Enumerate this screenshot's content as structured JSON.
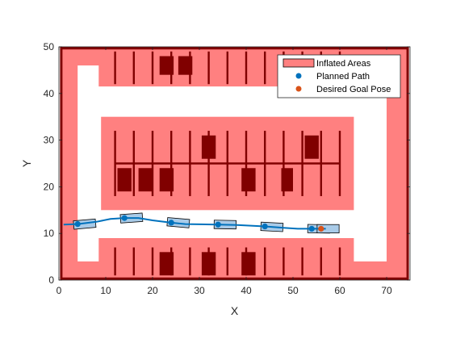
{
  "chart_data": {
    "type": "scatter",
    "title": "",
    "xlabel": "X",
    "ylabel": "Y",
    "xlim": [
      0,
      75
    ],
    "ylim": [
      0,
      50
    ],
    "xticks": [
      0,
      10,
      20,
      30,
      40,
      50,
      60,
      70
    ],
    "yticks": [
      0,
      10,
      20,
      30,
      40,
      50
    ],
    "grid": false,
    "legend_position": "top-right",
    "colors": {
      "inflated": "#ff8080",
      "obstacle": "#800000",
      "path": "#0072bd",
      "goal": "#d95319",
      "vehicle_fill": "#a9cbe8"
    },
    "legend": [
      {
        "label": "Inflated Areas",
        "marker": "patch"
      },
      {
        "label": "Planned Path",
        "marker": "dot-blue"
      },
      {
        "label": "Desired Goal Pose",
        "marker": "dot-orange"
      }
    ],
    "inflated_areas": [
      {
        "x0": 0.5,
        "x1": 74.5,
        "y0": 46,
        "y1": 50
      },
      {
        "x0": 0.5,
        "x1": 4,
        "y0": 0,
        "y1": 50
      },
      {
        "x0": 70,
        "x1": 74.5,
        "y0": 0,
        "y1": 50
      },
      {
        "x0": 0.5,
        "x1": 74.5,
        "y0": 0,
        "y1": 4
      },
      {
        "x0": 8.5,
        "x1": 74.5,
        "y0": 41.5,
        "y1": 50
      },
      {
        "x0": 8.5,
        "x1": 63,
        "y0": 0,
        "y1": 9
      },
      {
        "x0": 9,
        "x1": 63,
        "y0": 15,
        "y1": 35
      }
    ],
    "wall_border": {
      "x0": 0.5,
      "x1": 74.5,
      "y0": 0.3,
      "y1": 49.7
    },
    "obstacles": [
      {
        "x0": 21.5,
        "x1": 24.5,
        "y0": 44,
        "y1": 48
      },
      {
        "x0": 25.5,
        "x1": 28.5,
        "y0": 44,
        "y1": 48
      },
      {
        "x0": 30.5,
        "x1": 33.5,
        "y0": 26,
        "y1": 31
      },
      {
        "x0": 52.5,
        "x1": 55.5,
        "y0": 26,
        "y1": 31
      },
      {
        "x0": 12.5,
        "x1": 15.5,
        "y0": 19,
        "y1": 24
      },
      {
        "x0": 17,
        "x1": 20,
        "y0": 19,
        "y1": 24
      },
      {
        "x0": 21.5,
        "x1": 24.5,
        "y0": 19,
        "y1": 24
      },
      {
        "x0": 39,
        "x1": 42,
        "y0": 19,
        "y1": 24
      },
      {
        "x0": 47.5,
        "x1": 50,
        "y0": 19,
        "y1": 24
      },
      {
        "x0": 21.5,
        "x1": 24.5,
        "y0": 1,
        "y1": 6
      },
      {
        "x0": 30.5,
        "x1": 33.5,
        "y0": 1,
        "y1": 6
      },
      {
        "x0": 39,
        "x1": 42,
        "y0": 1,
        "y1": 6
      }
    ],
    "parking_lines": {
      "top": {
        "x": [
          12,
          16,
          20,
          24,
          28,
          32,
          36,
          40,
          44,
          48,
          52,
          56,
          60
        ],
        "y0": 42,
        "y1": 49
      },
      "middle_upper": {
        "x": [
          12,
          16,
          20,
          24,
          28,
          32,
          36,
          40,
          44,
          48,
          52,
          56,
          60
        ],
        "y0": 25,
        "y1": 32
      },
      "middle_lower": {
        "x": [
          12,
          16,
          20,
          24,
          28,
          32,
          36,
          40,
          44,
          48,
          52,
          56,
          60
        ],
        "y0": 18,
        "y1": 25
      },
      "bottom": {
        "x": [
          12,
          16,
          20,
          24,
          28,
          32,
          36,
          40,
          44,
          48,
          52,
          56,
          60
        ],
        "y0": 1,
        "y1": 7
      },
      "middle_horizontal": {
        "x0": 12,
        "x1": 60,
        "y": 25
      }
    },
    "planned_path": [
      {
        "x": 4,
        "y": 12
      },
      {
        "x": 14,
        "y": 13.3
      },
      {
        "x": 24,
        "y": 12.3
      },
      {
        "x": 34,
        "y": 11.9
      },
      {
        "x": 44,
        "y": 11.5
      },
      {
        "x": 54,
        "y": 11
      }
    ],
    "path_curve": [
      [
        1,
        11.9
      ],
      [
        4,
        12
      ],
      [
        8,
        12.5
      ],
      [
        11,
        13.1
      ],
      [
        14,
        13.3
      ],
      [
        17,
        13.3
      ],
      [
        20,
        12.8
      ],
      [
        24,
        12.3
      ],
      [
        27,
        12
      ],
      [
        30,
        11.95
      ],
      [
        34,
        11.9
      ],
      [
        38,
        11.8
      ],
      [
        44,
        11.5
      ],
      [
        48,
        11.2
      ],
      [
        51,
        11
      ],
      [
        54,
        11
      ],
      [
        57,
        11
      ]
    ],
    "vehicles": [
      {
        "x": 5.5,
        "y": 12,
        "angle": 5
      },
      {
        "x": 15.5,
        "y": 13.3,
        "angle": 4
      },
      {
        "x": 25.5,
        "y": 12.3,
        "angle": -5
      },
      {
        "x": 35.5,
        "y": 11.9,
        "angle": -1
      },
      {
        "x": 45.5,
        "y": 11.4,
        "angle": -3
      },
      {
        "x": 55.5,
        "y": 11,
        "angle": -1
      },
      {
        "x": 57.5,
        "y": 11,
        "angle": 0
      }
    ],
    "vehicle_size": {
      "length": 4.7,
      "width": 1.8
    },
    "goal_pose": {
      "x": 56,
      "y": 11
    }
  }
}
